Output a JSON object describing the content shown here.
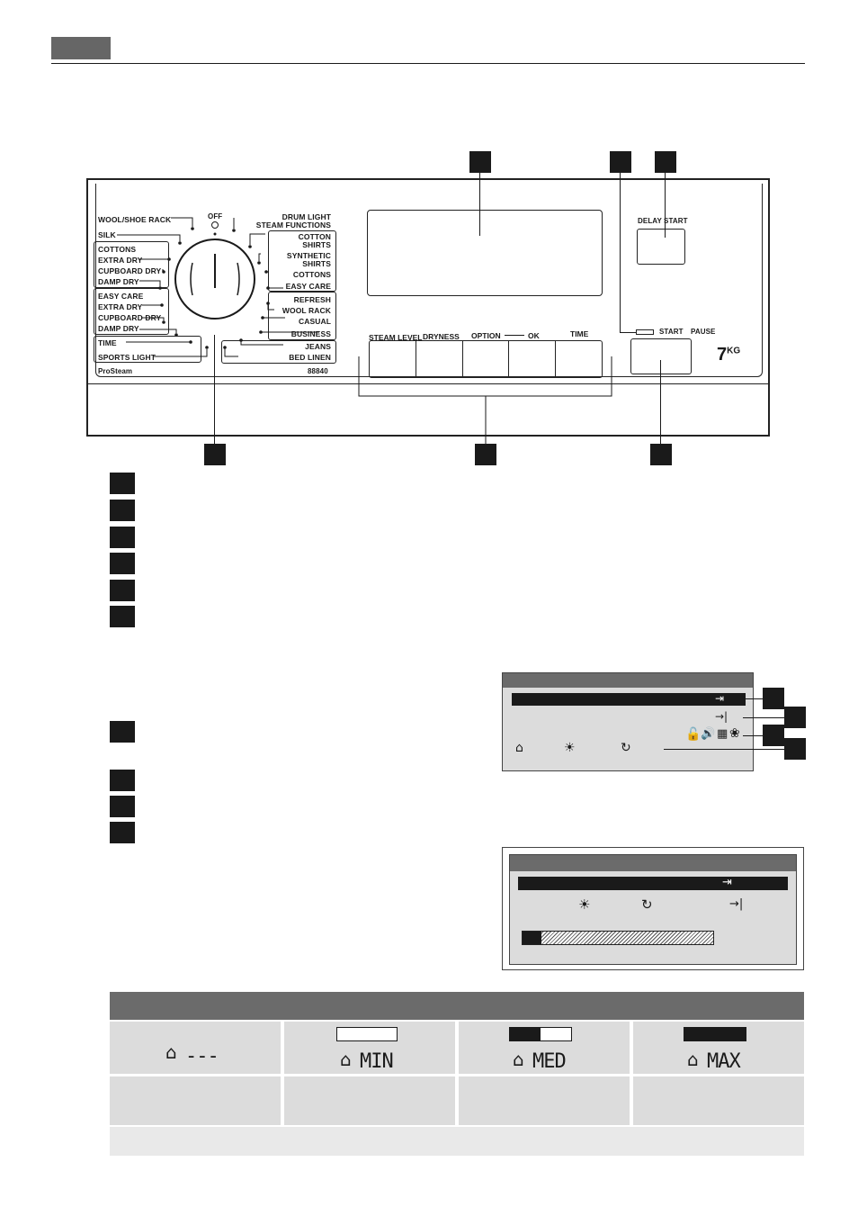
{
  "panel": {
    "off_label": "OFF",
    "left_programs": [
      "WOOL/SHOE RACK",
      "SILK",
      "COTTONS",
      "EXTRA DRY",
      "CUPBOARD DRY",
      "DAMP DRY",
      "EASY CARE",
      "EXTRA DRY",
      "CUPBOARD DRY",
      "DAMP DRY",
      "TIME",
      "SPORTS LIGHT"
    ],
    "right_programs": [
      "DRUM LIGHT",
      "STEAM FUNCTIONS",
      "COTTON",
      "SHIRTS",
      "SYNTHETIC",
      "SHIRTS",
      "COTTONS",
      "EASY CARE",
      "REFRESH",
      "WOOL RACK",
      "CASUAL",
      "BUSINESS",
      "JEANS",
      "BED LINEN"
    ],
    "brand": "ProSteam",
    "model": "88840",
    "buttons": [
      "STEAM LEVEL",
      "DRYNESS",
      "OPTION",
      "OK",
      "TIME"
    ],
    "delay_start": "DELAY START",
    "start": "START",
    "pause": "PAUSE",
    "capacity": "7",
    "capacity_unit": "KG"
  },
  "dryness_table": {
    "levels": [
      "---",
      "MIN",
      "MED",
      "MAX"
    ],
    "level_fill": [
      null,
      0,
      0.5,
      1
    ]
  },
  "display_figure_2": {
    "progress": 0.1
  }
}
